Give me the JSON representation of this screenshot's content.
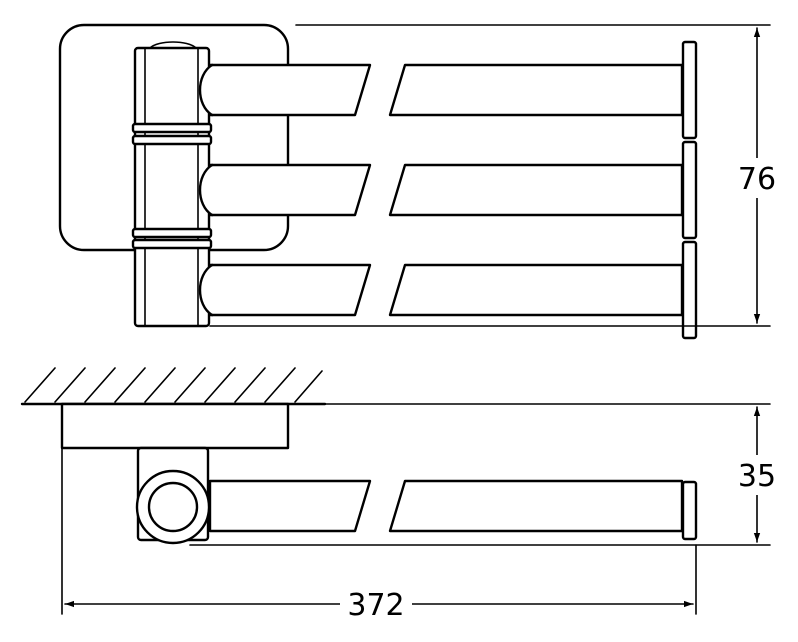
{
  "dimensions": {
    "height_front": "76",
    "depth_side": "35",
    "width_total": "372"
  },
  "colors": {
    "line": "#000000",
    "background": "#ffffff"
  }
}
